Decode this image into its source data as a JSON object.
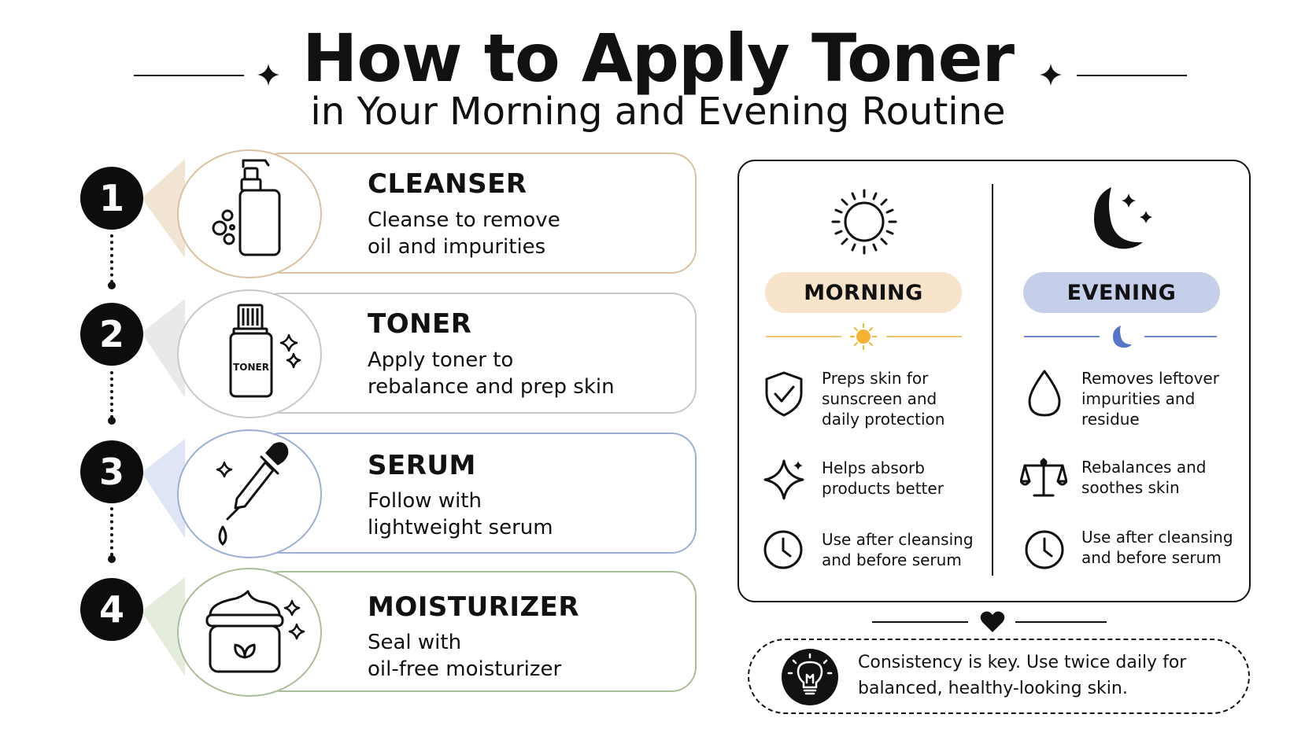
{
  "header": {
    "title": "How to Apply Toner",
    "subtitle": "in Your Morning and Evening Routine"
  },
  "steps": [
    {
      "number": "1",
      "title": "CLEANSER",
      "line1": "Cleanse to remove",
      "line2": "oil and impurities",
      "icon": "cleanser-pump-bottle-icon",
      "color": "#d9c09e"
    },
    {
      "number": "2",
      "title": "TONER",
      "line1": "Apply toner to",
      "line2": "rebalance and prep skin",
      "icon": "toner-bottle-icon",
      "icon_label": "TONER",
      "color": "#c8c8c8"
    },
    {
      "number": "3",
      "title": "SERUM",
      "line1": "Follow with",
      "line2": "lightweight serum",
      "icon": "serum-dropper-icon",
      "color": "#9aaed6"
    },
    {
      "number": "4",
      "title": "MOISTURIZER",
      "line1": "Seal with",
      "line2": "oil-free moisturizer",
      "icon": "moisturizer-jar-icon",
      "color": "#a9bd98"
    }
  ],
  "routine": {
    "morning": {
      "label": "MORNING",
      "color": "#f8e3cb",
      "accent": "#f5b331",
      "items": [
        {
          "icon": "shield-check-icon",
          "line1": "Preps skin for",
          "line2": "sunscreen and",
          "line3": "daily protection"
        },
        {
          "icon": "sparkle-icon",
          "line1": "Helps absorb",
          "line2": "products better"
        },
        {
          "icon": "clock-icon",
          "line1": "Use after cleansing",
          "line2": "and before serum"
        }
      ]
    },
    "evening": {
      "label": "EVENING",
      "color": "#c5cfe9",
      "accent": "#5575c9",
      "items": [
        {
          "icon": "water-drop-icon",
          "line1": "Removes leftover",
          "line2": "impurities and",
          "line3": "residue"
        },
        {
          "icon": "balance-scale-icon",
          "line1": "Rebalances and",
          "line2": "soothes skin"
        },
        {
          "icon": "clock-icon",
          "line1": "Use after cleansing",
          "line2": "and before serum"
        }
      ]
    }
  },
  "tip": {
    "line1": "Consistency is key. Use twice daily for",
    "line2": "balanced, healthy-looking skin.",
    "icon": "lightbulb-icon"
  }
}
